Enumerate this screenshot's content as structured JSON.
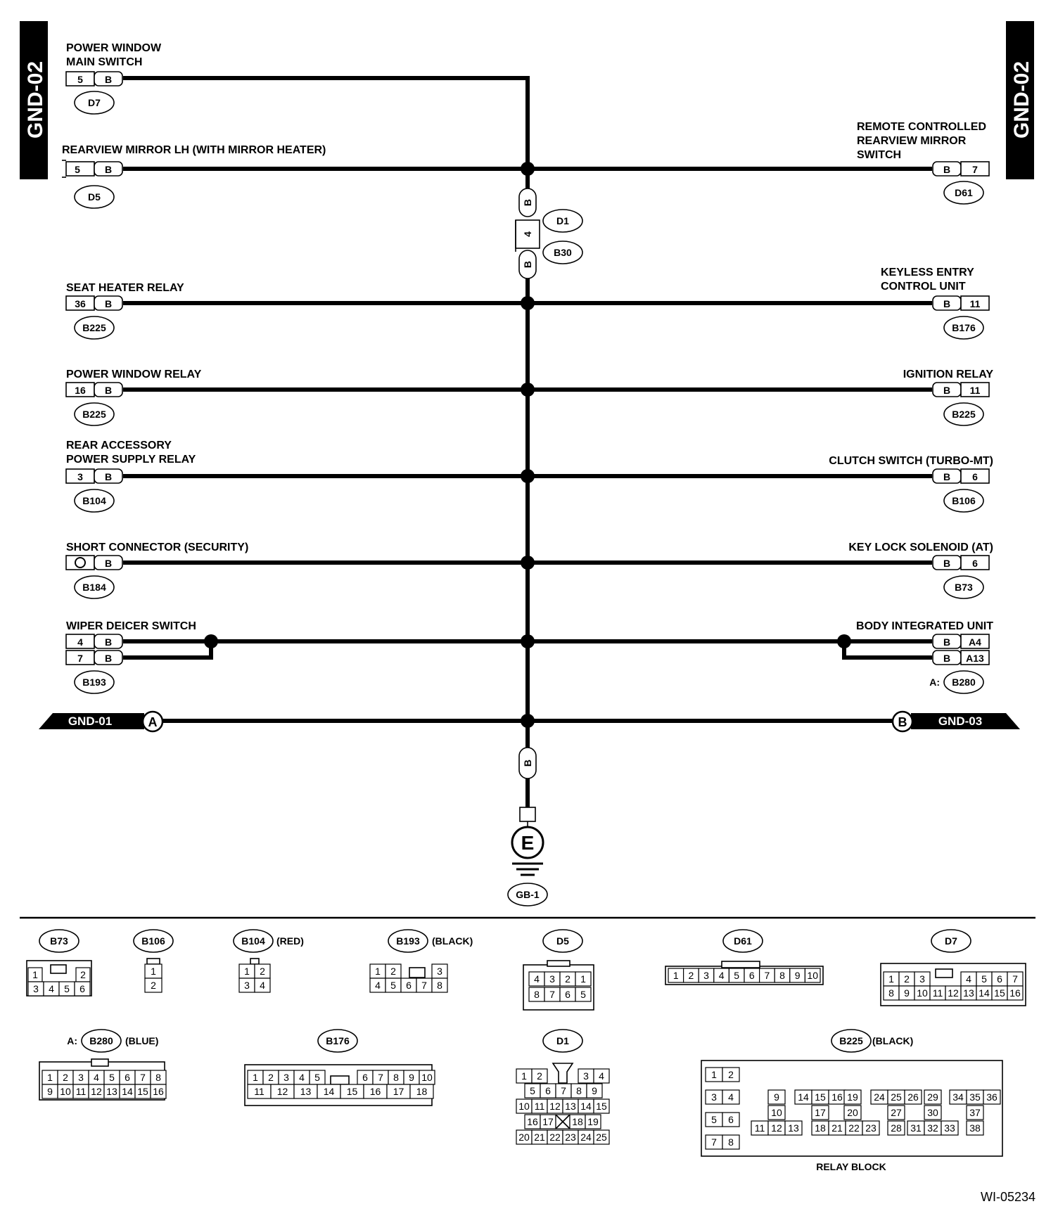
{
  "figure_id": "WI-05234",
  "side_tab": "GND-02",
  "wire_color": "B",
  "ground": {
    "letter": "E",
    "code": "GB-1"
  },
  "splice_lines": {
    "left": {
      "letter": "A",
      "label": "GND-01"
    },
    "right": {
      "letter": "B",
      "label": "GND-03"
    }
  },
  "joint": {
    "pin": "4",
    "conn_top": "D1",
    "conn_bottom": "B30"
  },
  "left_components": [
    {
      "key": "d7",
      "title": [
        "POWER WINDOW",
        "MAIN SWITCH"
      ],
      "pins": [
        "5"
      ],
      "conn": "D7"
    },
    {
      "key": "d5",
      "title": [
        "REARVIEW MIRROR LH (WITH MIRROR HEATER)"
      ],
      "pins": [
        "5"
      ],
      "conn": "D5"
    },
    {
      "key": "seat",
      "title": [
        "SEAT HEATER RELAY"
      ],
      "pins": [
        "36"
      ],
      "conn": "B225"
    },
    {
      "key": "pwr",
      "title": [
        "POWER WINDOW RELAY"
      ],
      "pins": [
        "16"
      ],
      "conn": "B225"
    },
    {
      "key": "racc",
      "title": [
        "REAR ACCESSORY",
        "POWER SUPPLY RELAY"
      ],
      "pins": [
        "3"
      ],
      "conn": "B104"
    },
    {
      "key": "short",
      "title": [
        "SHORT CONNECTOR (SECURITY)"
      ],
      "pins": [
        ""
      ],
      "conn": "B184"
    },
    {
      "key": "wiper",
      "title": [
        "WIPER DEICER SWITCH"
      ],
      "pins": [
        "4",
        "7"
      ],
      "conn": "B193"
    }
  ],
  "right_components": [
    {
      "key": "d61",
      "title": [
        "REMOTE CONTROLLED",
        "REARVIEW MIRROR",
        "SWITCH"
      ],
      "pins": [
        "7"
      ],
      "conn": "D61"
    },
    {
      "key": "keyless",
      "title": [
        "KEYLESS ENTRY",
        "CONTROL UNIT"
      ],
      "pins": [
        "11"
      ],
      "conn": "B176"
    },
    {
      "key": "ign",
      "title": [
        "IGNITION RELAY"
      ],
      "pins": [
        "11"
      ],
      "conn": "B225"
    },
    {
      "key": "clutch",
      "title": [
        "CLUTCH SWITCH (TURBO-MT)"
      ],
      "pins": [
        "6"
      ],
      "conn": "B106"
    },
    {
      "key": "keylock",
      "title": [
        "KEY LOCK SOLENOID (AT)"
      ],
      "pins": [
        "6"
      ],
      "conn": "B73"
    },
    {
      "key": "biu",
      "title": [
        "BODY INTEGRATED UNIT"
      ],
      "pins": [
        "A4",
        "A13"
      ],
      "conn": "B280",
      "conn_prefix": "A:"
    }
  ],
  "connector_views": [
    {
      "code": "B73",
      "note": ""
    },
    {
      "code": "B106",
      "note": ""
    },
    {
      "code": "B104",
      "note": "(RED)"
    },
    {
      "code": "B193",
      "note": "(BLACK)"
    },
    {
      "code": "D5",
      "note": ""
    },
    {
      "code": "D61",
      "note": ""
    },
    {
      "code": "D7",
      "note": ""
    },
    {
      "code": "B280",
      "note": "(BLUE)",
      "prefix": "A:"
    },
    {
      "code": "B176",
      "note": ""
    },
    {
      "code": "D1",
      "note": ""
    },
    {
      "code": "B225",
      "note": "(BLACK)"
    }
  ],
  "relay_block_label": "RELAY BLOCK"
}
